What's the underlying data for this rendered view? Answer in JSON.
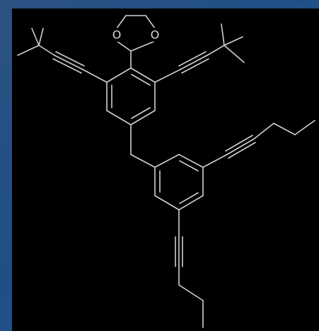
{
  "diagram": {
    "type": "chemical-structure",
    "background_color": "#000000",
    "bond_color": "#cfcfcf",
    "atoms": {
      "o_left": "O",
      "o_right": "O"
    }
  }
}
